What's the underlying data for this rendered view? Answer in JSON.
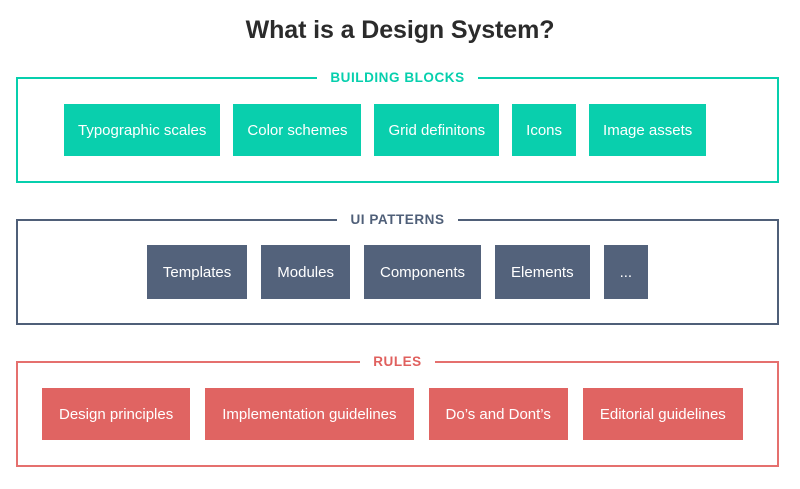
{
  "title": "What is a Design System?",
  "theme": {
    "teal": "#09cfad",
    "slate": "#53627b",
    "coral": "#e06462",
    "background": "#ffffff",
    "title_color": "#2b2b2b",
    "chip_text_color": "#ffffff"
  },
  "diagram": {
    "type": "layered-box-diagram",
    "layers": [
      {
        "id": "building-blocks",
        "legend": "BUILDING BLOCKS",
        "accent": "#06cfad",
        "items": [
          {
            "label": "Typographic scales"
          },
          {
            "label": "Color schemes"
          },
          {
            "label": "Grid definitons"
          },
          {
            "label": "Icons"
          },
          {
            "label": "Image assets"
          }
        ]
      },
      {
        "id": "ui-patterns",
        "legend": "UI PATTERNS",
        "accent": "#4f5f78",
        "items": [
          {
            "label": "Templates"
          },
          {
            "label": "Modules"
          },
          {
            "label": "Components"
          },
          {
            "label": "Elements"
          },
          {
            "label": "..."
          }
        ]
      },
      {
        "id": "rules",
        "legend": "RULES",
        "accent": "#e0605e",
        "items": [
          {
            "label": "Design principles"
          },
          {
            "label": "Implementation guidelines"
          },
          {
            "label": "Do’s and Dont’s"
          },
          {
            "label": "Editorial guidelines"
          }
        ]
      }
    ]
  }
}
